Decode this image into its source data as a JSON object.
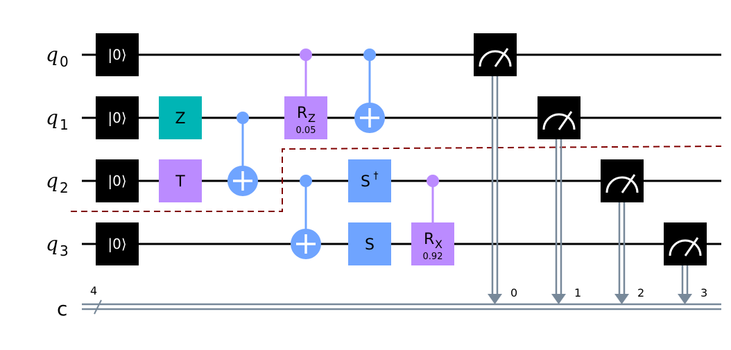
{
  "colors": {
    "reset_fill": "#000000",
    "z_gate": "#00b5b5",
    "t_gate": "#bb8bff",
    "cx_gate": "#6fa4ff",
    "rz_gate": "#bb8bff",
    "rx_gate": "#bb8bff",
    "s_gate": "#6fa4ff",
    "measure_fill": "#000000",
    "classical_wire": "#778899",
    "barrier": "#800000"
  },
  "qubits": [
    {
      "name": "q",
      "index": "0"
    },
    {
      "name": "q",
      "index": "1"
    },
    {
      "name": "q",
      "index": "2"
    },
    {
      "name": "q",
      "index": "3"
    }
  ],
  "classical_register": {
    "name": "c",
    "size": "4"
  },
  "gates": {
    "reset_label": "|0⟩",
    "z_label": "Z",
    "t_label": "T",
    "rz_label": "R",
    "rz_sub": "Z",
    "rz_param": "0.05",
    "rx_label": "R",
    "rx_sub": "X",
    "rx_param": "0.92",
    "sdg_label": "S",
    "sdg_sup": "†",
    "s_label": "S"
  },
  "measure_targets": [
    "0",
    "1",
    "2",
    "3"
  ]
}
